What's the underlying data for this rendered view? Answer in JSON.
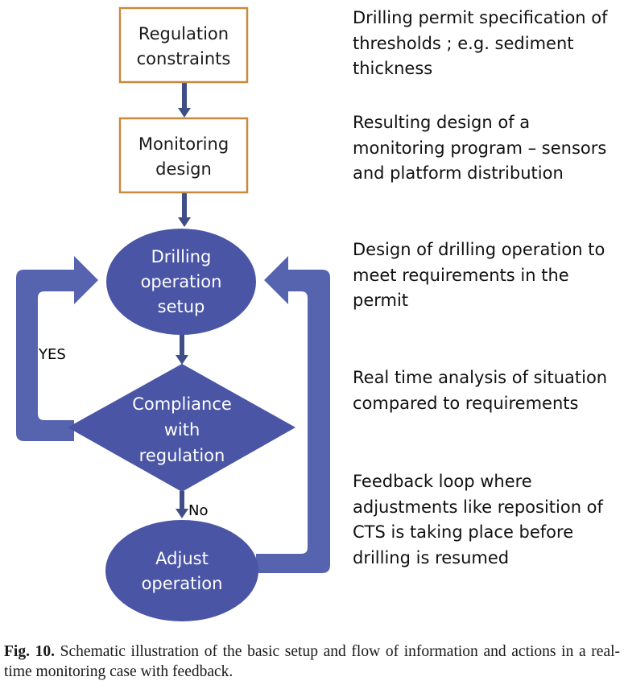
{
  "diagram": {
    "colors": {
      "box_border": "#c98a3f",
      "shape_fill": "#4a55a5",
      "arrow": "#3d4f86",
      "loop_fill": "#5664b0"
    },
    "nodes": {
      "regulation": [
        "Regulation",
        "constraints"
      ],
      "monitoring": [
        "Monitoring",
        "design"
      ],
      "drilling": [
        "Drilling",
        "operation",
        "setup"
      ],
      "compliance": [
        "Compliance",
        "with",
        "regulation"
      ],
      "adjust": [
        "Adjust",
        "operation"
      ]
    },
    "labels": {
      "yes": "YES",
      "no": "No"
    },
    "descriptions": [
      "Drilling permit specification of thresholds ; e.g. sediment thickness",
      "Resulting design of a monitoring program – sensors and platform distribution",
      "Design of drilling operation to meet requirements in the permit",
      "Real time analysis of situation compared to requirements",
      "Feedback loop where adjustments like reposition of CTS is taking place before drilling is resumed"
    ]
  },
  "caption": {
    "label": "Fig. 10.",
    "text": "Schematic illustration of the basic setup and flow of information and actions in a real-time monitoring case with feedback."
  }
}
